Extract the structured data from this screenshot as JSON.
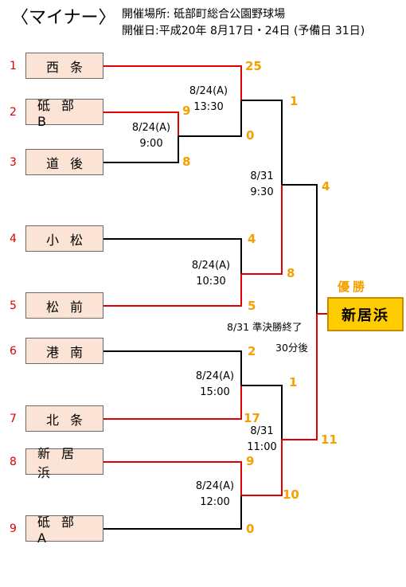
{
  "heading": "〈マイナー〉",
  "venue": "開催場所: 砥部町総合公園野球場",
  "dates": "開催日:平成20年 8月17日・24日 (予備日 31日)",
  "teams": [
    {
      "seed": "1",
      "name": "西条"
    },
    {
      "seed": "2",
      "name": "砥部B"
    },
    {
      "seed": "3",
      "name": "道後"
    },
    {
      "seed": "4",
      "name": "小松"
    },
    {
      "seed": "5",
      "name": "松前"
    },
    {
      "seed": "6",
      "name": "港南"
    },
    {
      "seed": "7",
      "name": "北条"
    },
    {
      "seed": "8",
      "name": "新居浜"
    },
    {
      "seed": "9",
      "name": "砥部A"
    }
  ],
  "scores": {
    "r1_west": "25",
    "r1_tobeb_a": "9",
    "r1_tobeb_b": "0",
    "r1_dogo": "8",
    "r2_top": "1",
    "r1_komatsu": "4",
    "r1_masaki": "5",
    "r2_masaki": "8",
    "r1_konan": "2",
    "r1_hojo": "17",
    "r2_hojo": "1",
    "r1_niihama": "9",
    "r1_tobea": "0",
    "r2_niihama": "10",
    "semi_top": "4",
    "semi_bottom": "11"
  },
  "match_times": {
    "m_a_date": "8/24(A)",
    "m_a_time": "13:30",
    "m_b_date": "8/24(A)",
    "m_b_time": "9:00",
    "m_c_date": "8/31",
    "m_c_time": "9:30",
    "m_d_date": "8/24(A)",
    "m_d_time": "10:30",
    "m_e_date": "8/24(A)",
    "m_e_time": "15:00",
    "m_f_date": "8/31",
    "m_f_time": "11:00",
    "m_g_date": "8/24(A)",
    "m_g_time": "12:00"
  },
  "final_note_1": "8/31 準決勝終了",
  "final_note_2": "30分後",
  "champion_label": "優勝",
  "champion": "新居浜",
  "colors": {
    "winner_line": "#e00000",
    "loser_line": "#000000",
    "score": "#f5a000",
    "team_box": "#fbe4d5",
    "champion_box": "#ffcc00"
  }
}
